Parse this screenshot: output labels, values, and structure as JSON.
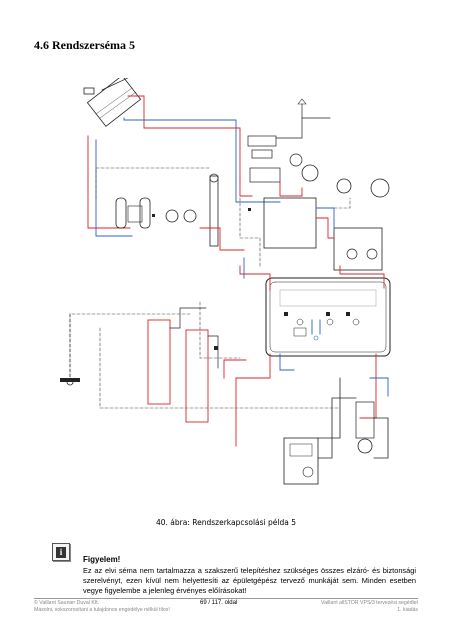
{
  "section_heading": "4.6 Rendszerséma 5",
  "figure_caption": "40. ábra: Rendszerkapcsolási példa 5",
  "note": {
    "icon": "info-icon",
    "icon_glyph": "i",
    "title": "Figyelem!",
    "text": "Ez az elvi séma nem tartalmazza a szakszerű telepítéshez szükséges összes elzáró- és biztonsági szerelvényt, ezen kívül nem helyettesíti az épületgépész tervező munkáját sem. Minden esetben vegye figyelembe a jelenleg érvényes előírásokat!"
  },
  "footer": {
    "left_line1": "© Vaillant Saunier Duval Kft.",
    "left_line2": "Másolni, sokszorosítani a tulajdonos engedélye nélkül tilos!",
    "center": "69 / 117. oldal",
    "right_line1": "Vaillant allSTOR VPS/3 tervezési segédlet",
    "right_line2": "1. kiadás"
  },
  "colors": {
    "hot_line": "#d9232a",
    "cold_line": "#2a63c9",
    "pipe_line": "#222222",
    "dashed_line": "#444444"
  }
}
